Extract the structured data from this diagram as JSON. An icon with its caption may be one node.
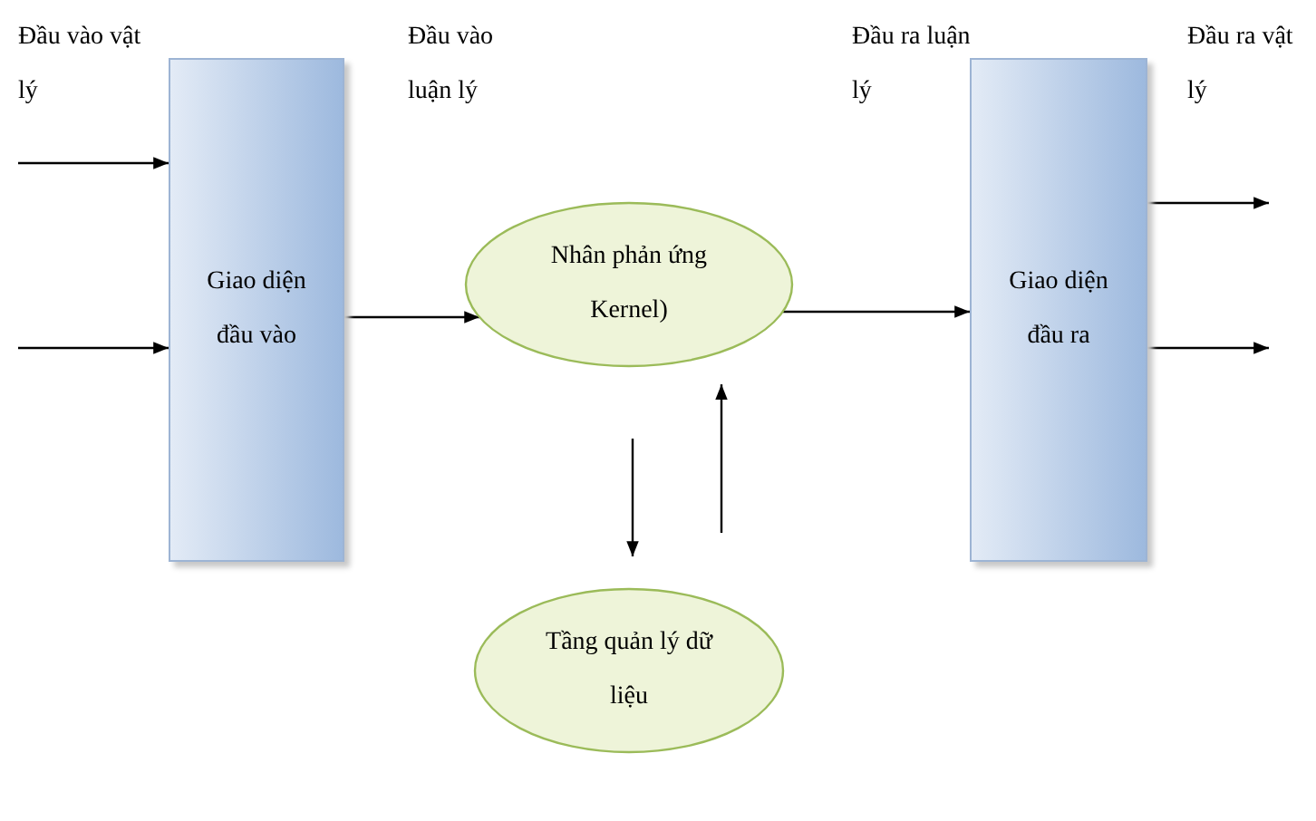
{
  "diagram": {
    "nodes": [
      {
        "text": [
          "Giao diện đầu vào"
        ]
      },
      {
        "text": [
          "Nhân phản ứng Kernel)"
        ]
      },
      {
        "text": [
          "Giao diện đầu ra"
        ]
      },
      {
        "text": [
          "Tầng quản lý dữ liệu"
        ]
      }
    ],
    "edges": [
      {
        "from": null,
        "to": 0,
        "arrow": "to"
      },
      {
        "from": null,
        "to": 0,
        "arrow": "to"
      },
      {
        "from": 0,
        "to": 1,
        "arrow": "to"
      },
      {
        "from": 1,
        "to": 2,
        "arrow": "to"
      },
      {
        "from": 1,
        "to": 3,
        "arrow": "to"
      },
      {
        "from": 3,
        "to": 1,
        "arrow": "to"
      },
      {
        "from": 2,
        "to": null,
        "arrow": "to"
      },
      {
        "from": 2,
        "to": null,
        "arrow": "to"
      }
    ],
    "labels": [
      "Đầu vào vật lý",
      "Đầu vào luận lý",
      "Đầu ra luận lý",
      "Đầu ra vật lý"
    ]
  }
}
